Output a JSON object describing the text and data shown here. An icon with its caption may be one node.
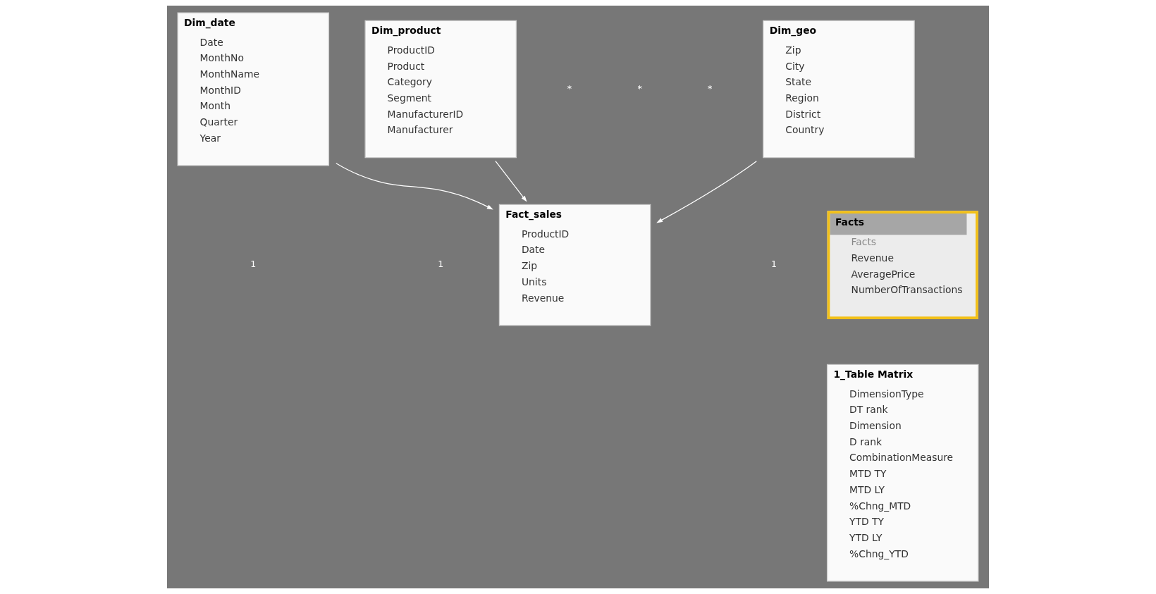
{
  "diagram": {
    "nodes": [
      {
        "text": [
          "Dim_date",
          "Date",
          "MonthNo",
          "MonthName",
          "MonthID",
          "Month",
          "Quarter",
          "Year"
        ]
      },
      {
        "text": [
          "Dim_product",
          "ProductID",
          "Product",
          "Category",
          "Segment",
          "ManufacturerID",
          "Manufacturer"
        ]
      },
      {
        "text": [
          "Dim_geo",
          "Zip",
          "City",
          "State",
          "Region",
          "District",
          "Country"
        ]
      },
      {
        "text": [
          "Fact_sales",
          "ProductID",
          "Date",
          "Zip",
          "Units",
          "Revenue"
        ]
      },
      {
        "text": [
          "Facts",
          "Facts",
          "Revenue",
          "AveragePrice",
          "NumberOfTransactions"
        ]
      },
      {
        "text": [
          "1_Table Matrix",
          "DimensionType",
          "DT rank",
          "Dimension",
          "D rank",
          "CombinationMeasure",
          "MTD TY",
          "MTD LY",
          "%Chng_MTD",
          "YTD TY",
          "YTD LY",
          "%Chng_YTD"
        ]
      }
    ],
    "edges": [
      {
        "from": 0,
        "to": 3,
        "arrow": "to"
      },
      {
        "from": 1,
        "to": 3,
        "arrow": "to"
      },
      {
        "from": 2,
        "to": 3,
        "arrow": "to"
      }
    ],
    "labels": [
      "1",
      "1",
      "1",
      "*",
      "*",
      "*"
    ]
  }
}
